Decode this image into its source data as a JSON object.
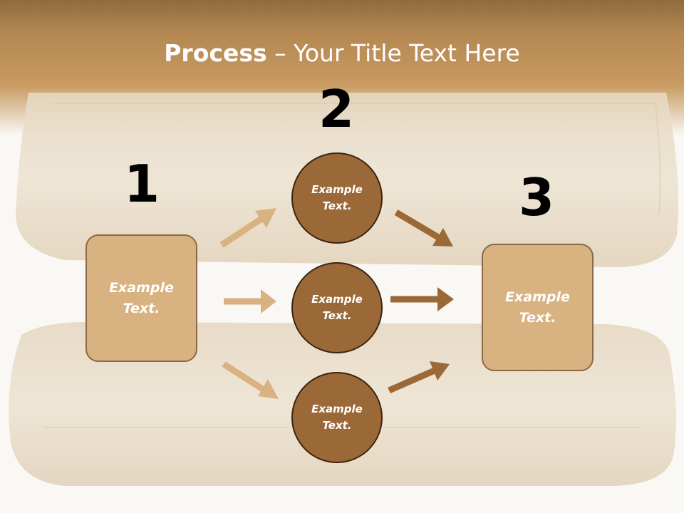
{
  "title": {
    "bold": "Process",
    "rest": " – Your Title Text Here"
  },
  "steps": {
    "one": "1",
    "two": "2",
    "three": "3"
  },
  "left_box": {
    "text": "Example\nText."
  },
  "right_box": {
    "text": "Example\nText."
  },
  "circles": [
    {
      "text": "Example\nText."
    },
    {
      "text": "Example\nText."
    },
    {
      "text": "Example\nText."
    }
  ],
  "colors": {
    "header": "#c99b62",
    "box_fill": "#d8b280",
    "circle_fill": "#9b6838",
    "arrow_light": "#d8b280",
    "arrow_dark": "#9b6838"
  }
}
